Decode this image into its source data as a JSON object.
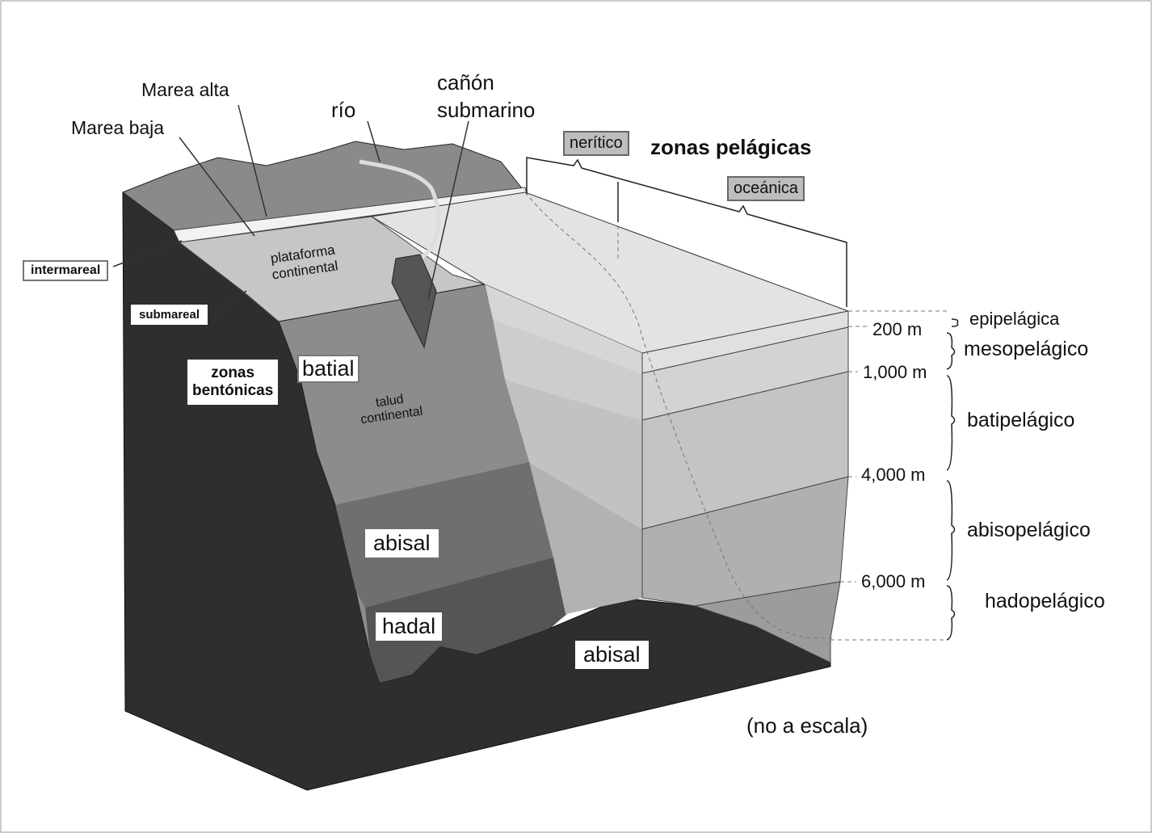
{
  "labels": {
    "marea_alta": "Marea alta",
    "marea_baja": "Marea baja",
    "rio": "río",
    "canon": "cañón",
    "submarino": "submarino",
    "neritico": "nerítico",
    "zonas_pelagicas": "zonas pelágicas",
    "oceanica": "oceánica",
    "intermareal": "intermareal",
    "submareal": "submareal",
    "plataforma": "plataforma",
    "continental1": "continental",
    "zonas": "zonas",
    "bentonicas": "bentónicas",
    "batial": "batial",
    "talud": "talud",
    "continental2": "continental",
    "abisal1": "abisal",
    "hadal": "hadal",
    "abisal2": "abisal",
    "no_escala": "(no a escala)"
  },
  "depths": [
    "200 m",
    "1,000 m",
    "4,000 m",
    "6,000 m"
  ],
  "pelagic_zones": [
    "epipelágica",
    "mesopelágico",
    "batipelágico",
    "abisopelágico",
    "hadopelágico"
  ]
}
